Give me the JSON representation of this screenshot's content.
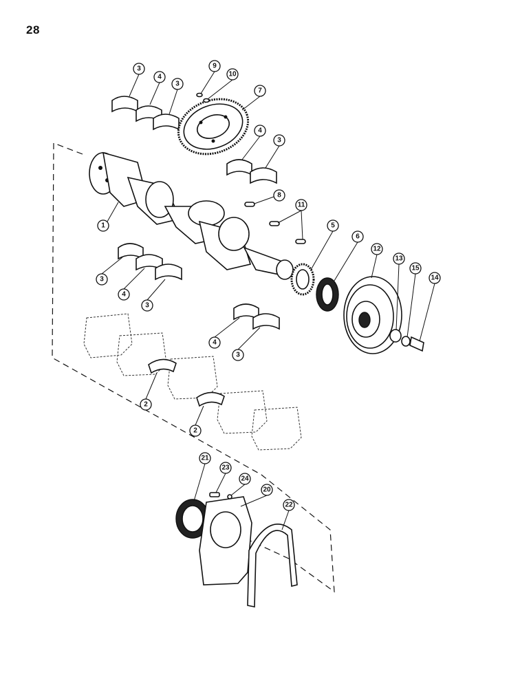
{
  "page_number": "28",
  "callouts": [
    "1",
    "2",
    "2",
    "3",
    "3",
    "3",
    "3",
    "3",
    "3",
    "4",
    "4",
    "4",
    "4",
    "5",
    "6",
    "7",
    "8",
    "9",
    "10",
    "11",
    "12",
    "13",
    "14",
    "15",
    "20",
    "21",
    "22",
    "23",
    "24"
  ]
}
